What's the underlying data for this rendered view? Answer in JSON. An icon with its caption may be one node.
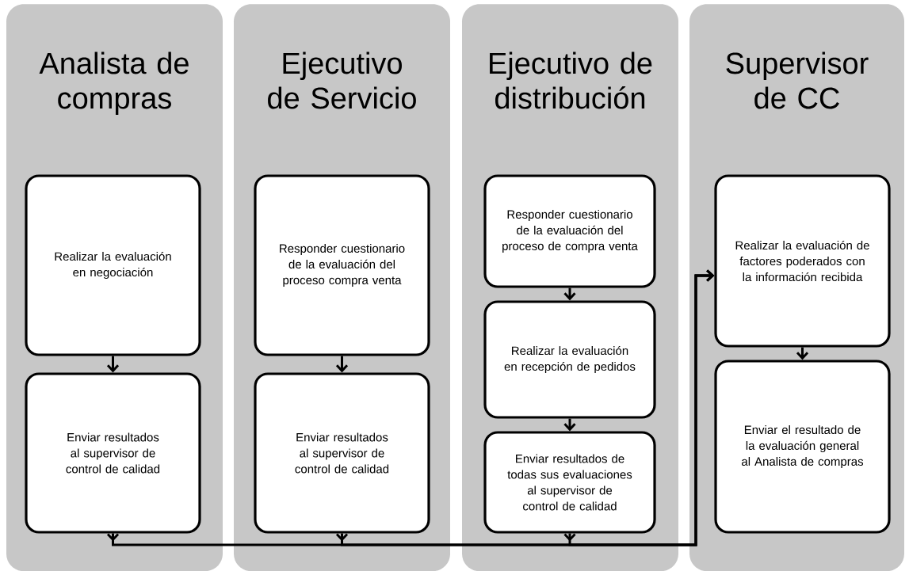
{
  "diagram": {
    "nodes": [
      {
        "text": [
          "Analista de compras"
        ]
      },
      {
        "text": [
          "Realizar la evaluación en negociación"
        ],
        "in": 0
      },
      {
        "text": [
          "Enviar resultados al supervisor de control de calidad"
        ],
        "in": 0
      },
      {
        "text": [
          "Ejecutivo de Servicio"
        ]
      },
      {
        "text": [
          "Responder cuestionario de la evaluación del proceso compra venta"
        ],
        "in": 3
      },
      {
        "text": [
          "Enviar resultados al supervisor de control de calidad"
        ],
        "in": 3
      },
      {
        "text": [
          "Ejecutivo de distribución"
        ]
      },
      {
        "text": [
          "Responder cuestionario de la evaluación del proceso de compra venta"
        ],
        "in": 6
      },
      {
        "text": [
          "Realizar la evaluación en recepción de pedidos"
        ],
        "in": 6
      },
      {
        "text": [
          "Enviar resultados de todas sus evaluaciones al supervisor de control de calidad"
        ],
        "in": 6
      },
      {
        "text": [
          "Supervisor de CC"
        ]
      },
      {
        "text": [
          "Realizar la evaluación de factores poderados con la información recibida"
        ],
        "in": 10
      },
      {
        "text": [
          "Enviar el resultado de la evaluación general al Analista de compras"
        ],
        "in": 10
      }
    ],
    "edges": [
      {
        "from": 1,
        "to": 2,
        "arrow": "to"
      },
      {
        "from": 4,
        "to": 5,
        "arrow": "to"
      },
      {
        "from": 7,
        "to": 8,
        "arrow": "to"
      },
      {
        "from": 8,
        "to": 9,
        "arrow": "to"
      },
      {
        "from": 11,
        "to": 12,
        "arrow": "to"
      },
      {
        "from": 2,
        "to": 11,
        "arrow": "to"
      },
      {
        "from": 5,
        "to": 11,
        "arrow": "to"
      },
      {
        "from": 9,
        "to": 11,
        "arrow": "to"
      }
    ]
  }
}
